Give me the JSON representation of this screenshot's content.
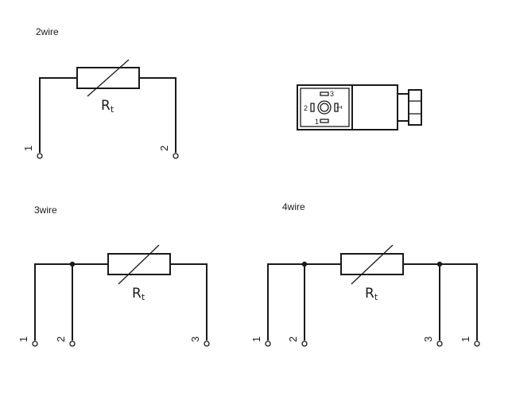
{
  "diagram": {
    "two_wire": {
      "title": "2wire",
      "resistor_label": "R",
      "resistor_subscript": "t",
      "pins": [
        "1",
        "2"
      ]
    },
    "three_wire": {
      "title": "3wire",
      "resistor_label": "R",
      "resistor_subscript": "t",
      "pins": [
        "1",
        "2",
        "3"
      ]
    },
    "four_wire": {
      "title": "4wire",
      "resistor_label": "R",
      "resistor_subscript": "t",
      "pins": [
        "1",
        "2",
        "3",
        "1"
      ]
    },
    "connector": {
      "pins": [
        "3",
        "2",
        "1",
        "1"
      ]
    },
    "colors": {
      "line": "#1a1a1a",
      "background": "#ffffff"
    }
  }
}
